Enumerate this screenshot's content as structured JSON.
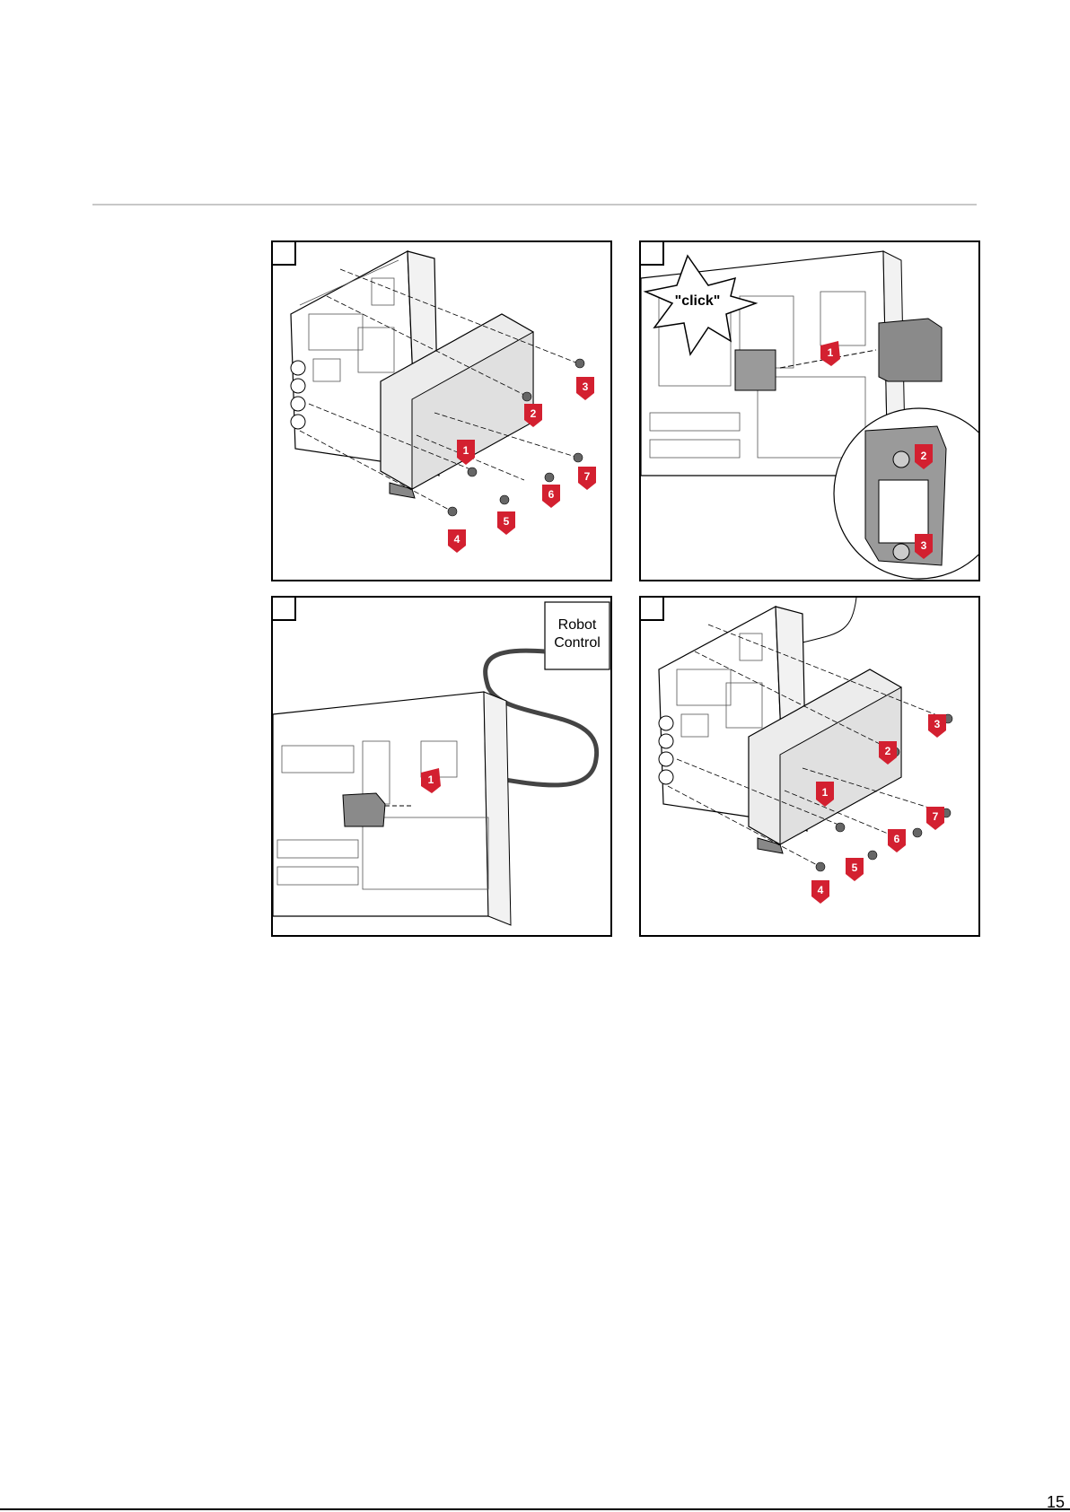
{
  "figure": {
    "panels": [
      {
        "id": "step-1",
        "badges": [
          "1",
          "2",
          "3",
          "4",
          "5",
          "6",
          "7"
        ]
      },
      {
        "id": "step-2",
        "callout": "\"click\"",
        "badges": [
          "1",
          "2",
          "3"
        ]
      },
      {
        "id": "step-3",
        "box_label_line1": "Robot",
        "box_label_line2": "Control",
        "badges": [
          "1"
        ]
      },
      {
        "id": "step-4",
        "badges": [
          "1",
          "2",
          "3",
          "4",
          "5",
          "6",
          "7"
        ]
      }
    ]
  },
  "footer": {
    "page_number": "15"
  },
  "colors": {
    "arrow_red": "#d32030",
    "part_gray": "#8a8a8a",
    "line": "#000000"
  }
}
